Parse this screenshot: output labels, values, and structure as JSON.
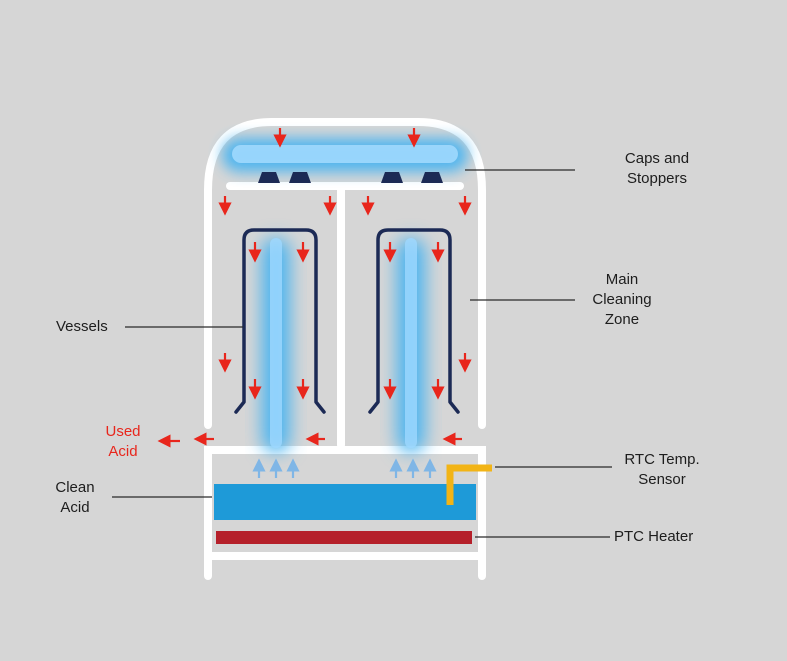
{
  "labels": {
    "caps": [
      "Caps and",
      "Stoppers"
    ],
    "main_zone": [
      "Main",
      "Cleaning",
      "Zone"
    ],
    "vessels": "Vessels",
    "used_acid": [
      "Used",
      "Acid"
    ],
    "clean_acid": [
      "Clean",
      "Acid"
    ],
    "sensor": [
      "RTC Temp.",
      "Sensor"
    ],
    "heater": "PTC Heater"
  },
  "colors": {
    "background": "#d6d6d6",
    "frame": "#ffffff",
    "arrow_flow": "#e8261c",
    "arrow_up": "#7fb6e6",
    "acid": "#1e9ad8",
    "heater": "#b5202a",
    "sensor": "#f2b416",
    "vessel": "#1c2a55",
    "spray": "#48b4f0"
  },
  "icons": [
    "down-arrow-icon",
    "left-arrow-icon",
    "up-arrow-icon"
  ]
}
